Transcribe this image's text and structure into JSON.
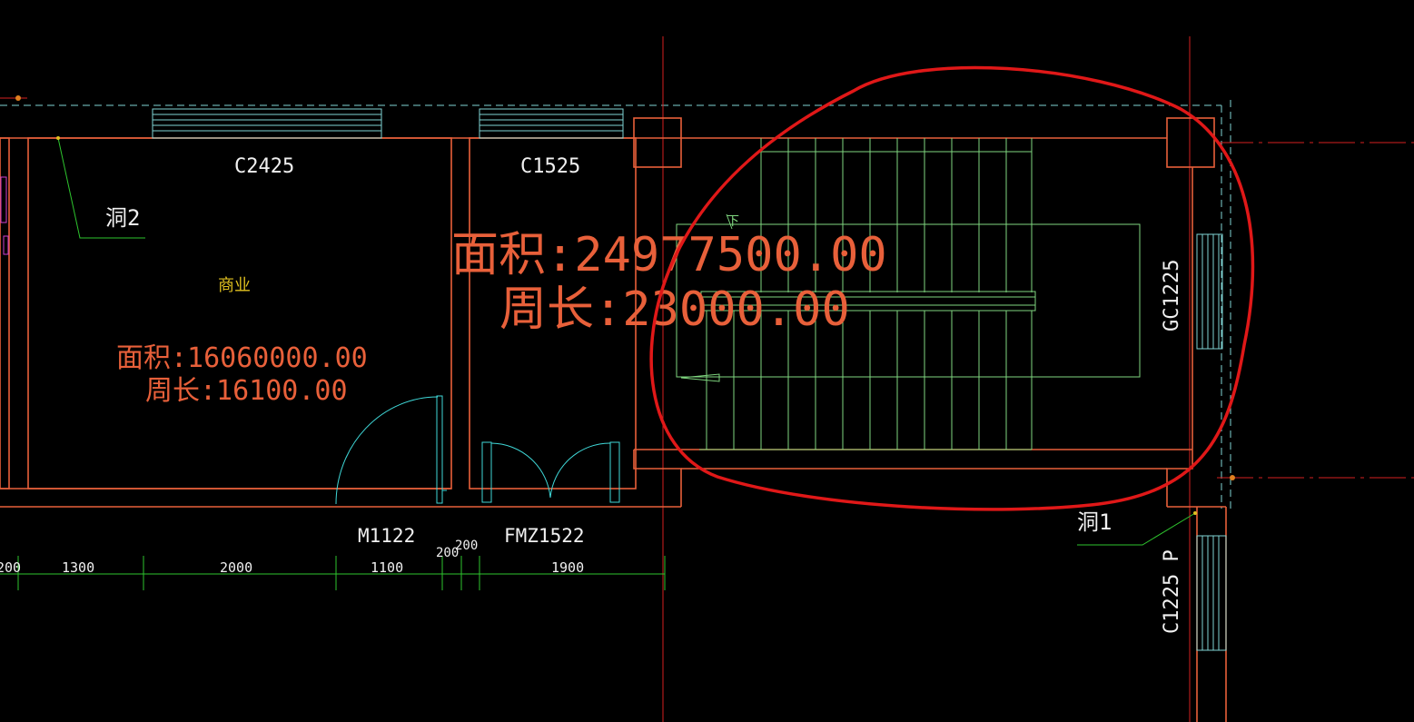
{
  "drawing": {
    "background": "#000000",
    "colors": {
      "wall": "#e8603a",
      "axis": "#d42020",
      "dim": "#2ec42e",
      "stair": "#7fd67f",
      "window": "#7fd3d3",
      "door": "#3fd8d8",
      "highlight": "#e01818",
      "label": "#f0f0f0",
      "room_text": "#e0c020",
      "area_text": "#e8603a"
    },
    "windows": {
      "c2425": "C2425",
      "c1525": "C1525",
      "gc1225": "GC1225",
      "c1225p": "C1225 P"
    },
    "doors": {
      "m1122": "M1122",
      "fmz1522": "FMZ1522"
    },
    "openings": {
      "dong1": "洞1",
      "dong2": "洞2"
    },
    "room": {
      "name": "商业",
      "area": "面积:16060000.00",
      "perimeter": "周长:16100.00"
    },
    "stair_room": {
      "area": "面积:24977500.00",
      "perimeter": "周长:23000.00",
      "down_label": "下"
    },
    "dimensions": [
      "200",
      "1300",
      "2000",
      "1100",
      "200",
      "200",
      "1900"
    ]
  }
}
